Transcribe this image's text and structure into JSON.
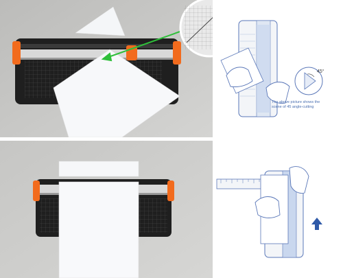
{
  "caption": {
    "line1": "The above picture shows the",
    "line2": "scene of 45 angle-cutting"
  },
  "angle_label": "45°",
  "colors": {
    "orange": "#f26b1d",
    "cutter_body": "#1f1f1f",
    "grid_blue": "#3a6fb5",
    "diagram_line": "#5a77b8",
    "arrow_green": "#2fbf3a"
  },
  "icons": [
    "cutting-guide-arrow-icon",
    "push-up-arrow-icon",
    "angle-marker-icon"
  ]
}
